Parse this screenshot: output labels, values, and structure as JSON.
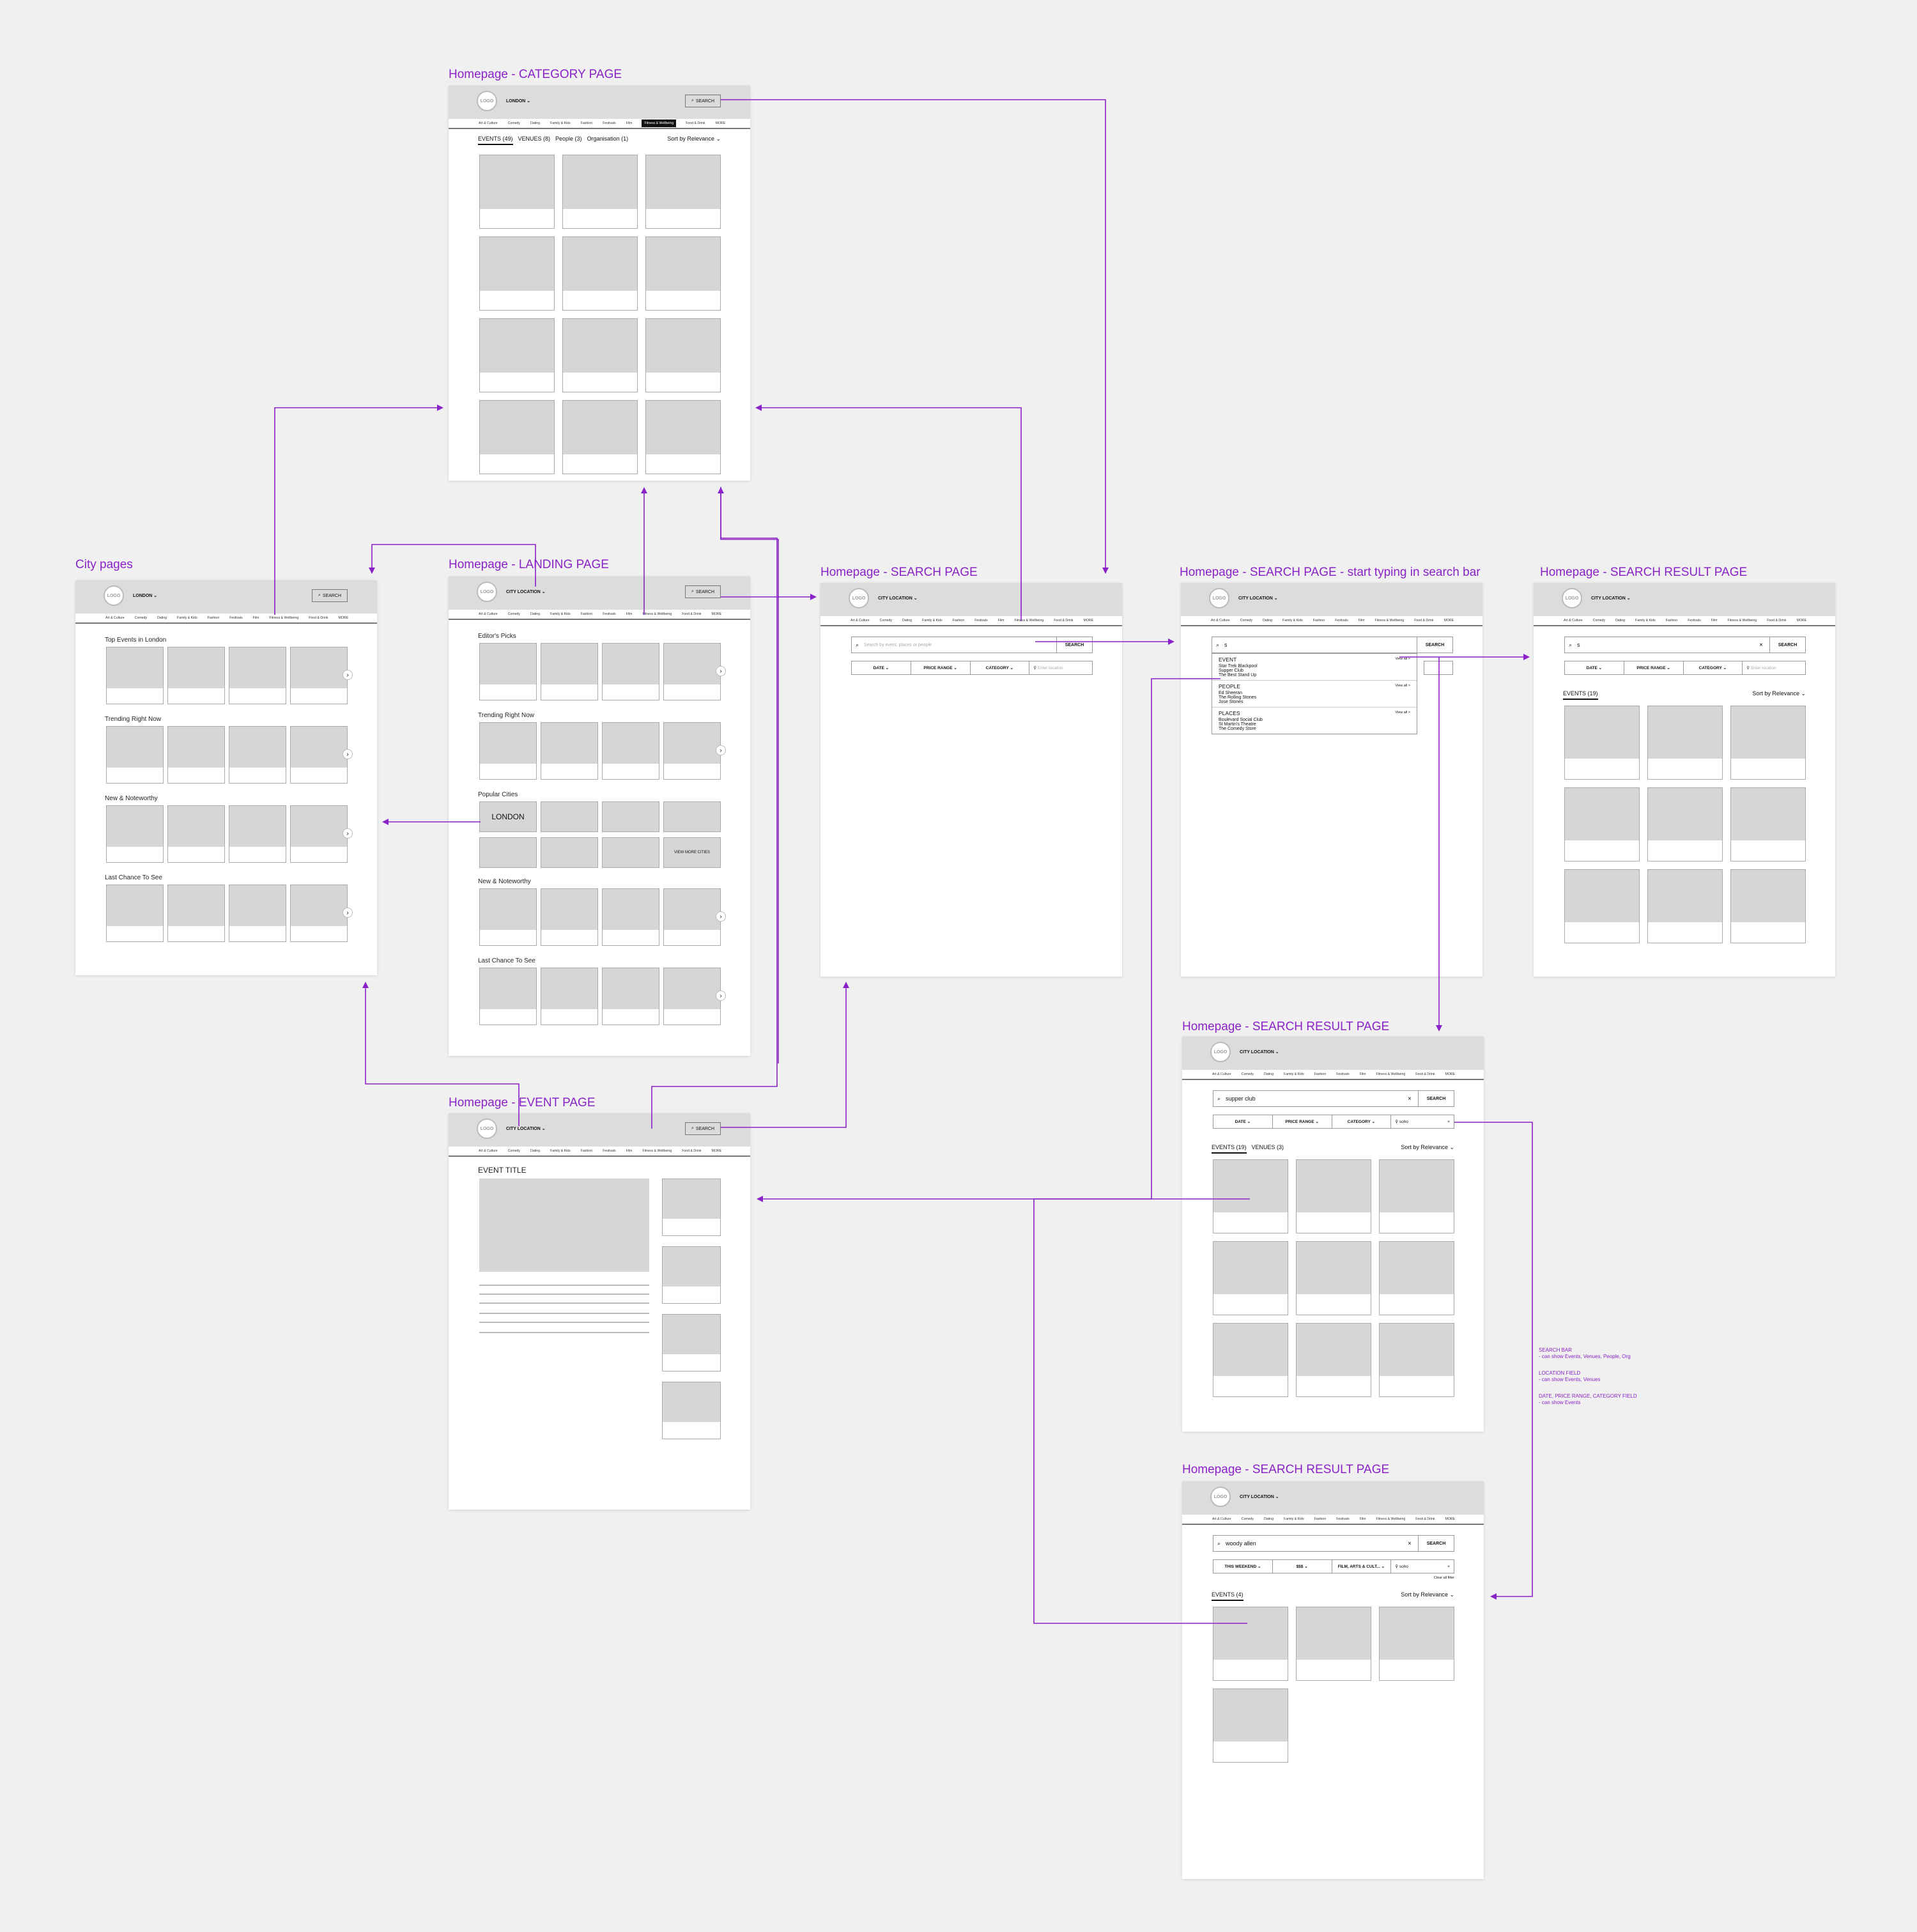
{
  "frames": {
    "category": {
      "title": "Homepage - CATEGORY PAGE",
      "location": "LONDON",
      "search": "SEARCH",
      "tabs": [
        "EVENTS (49)",
        "VENUES (8)",
        "People (3)",
        "Organisation (1)"
      ],
      "sort": "Sort by Relevance"
    },
    "city": {
      "title": "City pages",
      "location": "LONDON",
      "search": "SEARCH",
      "sections": [
        "Top Events in London",
        "Trending Right Now",
        "New & Noteworthy",
        "Last Chance To See"
      ]
    },
    "landing": {
      "title": "Homepage - LANDING PAGE",
      "location": "CITY LOCATION",
      "search": "SEARCH",
      "sections": [
        "Editor's Picks",
        "Trending Right Now",
        "Popular Cities",
        "New & Noteworthy",
        "Last Chance To See"
      ],
      "city_tile": "LONDON",
      "more_cities": "VIEW MORE CITIES"
    },
    "search": {
      "title": "Homepage - SEARCH PAGE",
      "location": "CITY LOCATION",
      "placeholder": "Search by event, places or people",
      "search": "SEARCH",
      "filters": [
        "DATE",
        "PRICE RANGE",
        "CATEGORY",
        "Enter location"
      ]
    },
    "typing": {
      "title": "Homepage - SEARCH PAGE - start typing in search bar",
      "location": "CITY LOCATION",
      "query": "s",
      "search": "SEARCH",
      "view_all": "View all >",
      "groups": [
        {
          "heading": "EVENT",
          "items": [
            "Star Trek Blackpool",
            "Supper Club",
            "The Best Stand Up"
          ]
        },
        {
          "heading": "PEOPLE",
          "items": [
            "Ed Sheeran",
            "The Rolling Stones",
            "Jose Stones"
          ]
        },
        {
          "heading": "PLACES",
          "items": [
            "Boulevard Social Club",
            "St Martin's Theatre",
            "The Comedy Store"
          ]
        }
      ]
    },
    "result1": {
      "title": "Homepage - SEARCH RESULT PAGE",
      "location": "CITY LOCATION",
      "query": "s",
      "search": "SEARCH",
      "filters": [
        "DATE",
        "PRICE RANGE",
        "CATEGORY",
        "Enter location"
      ],
      "tab": "EVENTS (19)",
      "sort": "Sort by Relevance"
    },
    "result2": {
      "title": "Homepage - SEARCH RESULT PAGE",
      "location": "CITY LOCATION",
      "query": "supper club",
      "search": "SEARCH",
      "filters": [
        "DATE",
        "PRICE RANGE",
        "CATEGORY",
        "soho"
      ],
      "tabs": [
        "EVENTS (19)",
        "VENUES (3)"
      ],
      "sort": "Sort by Relevance"
    },
    "result3": {
      "title": "Homepage - SEARCH RESULT PAGE",
      "location": "CITY LOCATION",
      "query": "woody allen",
      "search": "SEARCH",
      "filters": [
        "THIS WEEKEND",
        "$$$",
        "FILM, ARTS & CULT...",
        "soho"
      ],
      "clear": "Clear all filter",
      "tab": "EVENTS (4)",
      "sort": "Sort by Relevance"
    },
    "event": {
      "title": "Homepage - EVENT PAGE",
      "location": "CITY LOCATION",
      "search": "SEARCH",
      "event_title": "EVENT TITLE"
    }
  },
  "nav": [
    "Art & Culture",
    "Comedy",
    "Dating",
    "Family & Kids",
    "Fashion",
    "Festivals",
    "Film",
    "Fitness & Wellbeing",
    "Food & Drink",
    "MORE"
  ],
  "nav_active": "Fitness & Wellbeing",
  "notes": [
    {
      "head": "SEARCH BAR",
      "body": "- can show Events, Venues, People, Org"
    },
    {
      "head": "LOCATION FIELD",
      "body": "- can show Events, Venues"
    },
    {
      "head": "DATE, PRICE RANGE, CATEGORY FIELD",
      "body": "- can show Events"
    }
  ],
  "colors": {
    "accent": "#8a22c8",
    "placeholder": "#d6d6d6",
    "header": "#dcdcdc"
  }
}
